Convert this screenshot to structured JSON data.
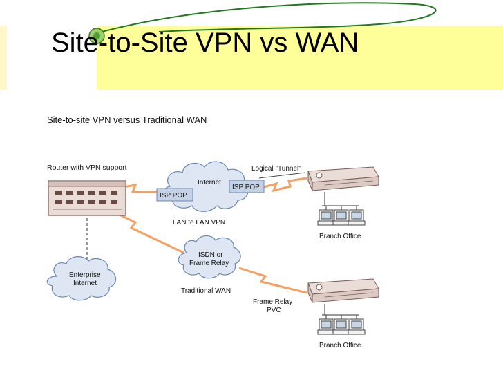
{
  "slide": {
    "title": "Site-to-Site VPN vs WAN",
    "accent_color": "#ffff99",
    "swoosh_color": "#1f7a1f"
  },
  "figure": {
    "caption": "Site-to-site VPN versus Traditional WAN",
    "labels": {
      "router_vpn": "Router with VPN support",
      "internet": "Internet",
      "isp_pop_left": "ISP POP",
      "isp_pop_right": "ISP POP",
      "logical_tunnel": "Logical \"Tunnel\"",
      "lan_to_lan_vpn": "LAN to LAN VPN",
      "isdn_line1": "ISDN or",
      "isdn_line2": "Frame Relay",
      "enterprise_line1": "Enterprise",
      "enterprise_line2": "Internet",
      "traditional_wan": "Traditional WAN",
      "frame_relay_pvc_line1": "Frame Relay",
      "frame_relay_pvc_line2": "PVC",
      "branch_office_top": "Branch Office",
      "branch_office_bottom": "Branch Office"
    },
    "colors": {
      "link_orange": "#f5a060",
      "cloud_fill": "#dde6f2",
      "cloud_stroke": "#6a86b0",
      "pop_fill": "#c5d2e6",
      "device_fill": "#eadcd6",
      "device_stroke": "#7a5a55"
    }
  }
}
